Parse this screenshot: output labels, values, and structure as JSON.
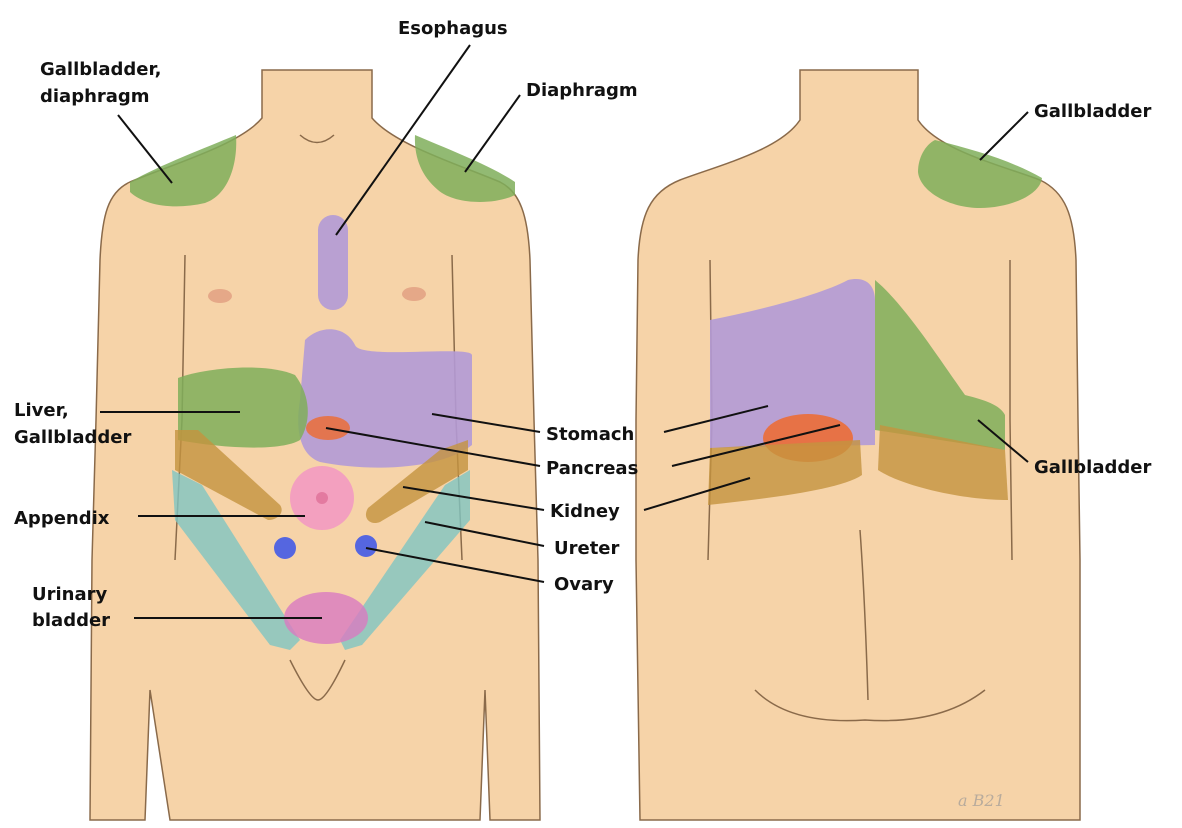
{
  "labels": {
    "gallbladder_diaphragm_line1": "Gallbladder,",
    "gallbladder_diaphragm_line2": "diaphragm",
    "esophagus": "Esophagus",
    "diaphragm": "Diaphragm",
    "gallbladder_back_upper": "Gallbladder",
    "liver_gallbladder_line1": "Liver,",
    "liver_gallbladder_line2": "Gallbladder",
    "stomach": "Stomach",
    "pancreas": "Pancreas",
    "kidney": "Kidney",
    "ureter": "Ureter",
    "ovary": "Ovary",
    "appendix": "Appendix",
    "urinary_bladder_line1": "Urinary",
    "urinary_bladder_line2": "bladder",
    "gallbladder_back_lower": "Gallbladder"
  },
  "signature": "a B21",
  "colors": {
    "skin": "#f6d3a8",
    "green": "#7fae5a",
    "purple": "#b39ad6",
    "orange": "#ee6a2e",
    "brown": "#c4933f",
    "teal": "#7fc6c2",
    "pink": "#f39ac1",
    "blue": "#5566e0",
    "magenta": "#d97ac0"
  }
}
